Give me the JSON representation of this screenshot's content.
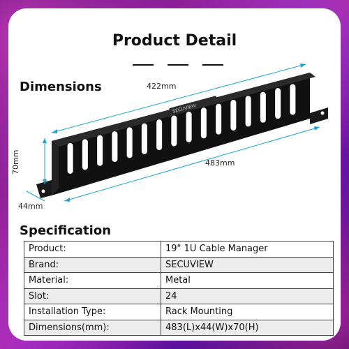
{
  "title": "Product Detail",
  "dimensions": {
    "heading": "Dimensions",
    "length_top": "422mm",
    "length_bottom": "483mm",
    "height": "70mm",
    "depth": "44mm",
    "brand_mark": "SECUVIEW"
  },
  "specification": {
    "heading": "Specification",
    "rows": [
      {
        "label": "Product:",
        "value": "19\" 1U Cable Manager"
      },
      {
        "label": "Brand:",
        "value": "SECUVIEW"
      },
      {
        "label": "Material:",
        "value": "Metal"
      },
      {
        "label": "Slot:",
        "value": "24"
      },
      {
        "label": "Installation Type:",
        "value": "Rack Mounting"
      },
      {
        "label": "Dimensions(mm):",
        "value": "483(L)x44(W)x70(H)"
      }
    ]
  },
  "colors": {
    "background_accent": "#c02a8f",
    "dimension_line": "#1aa3d6",
    "product_body": "#1a1a1a"
  }
}
